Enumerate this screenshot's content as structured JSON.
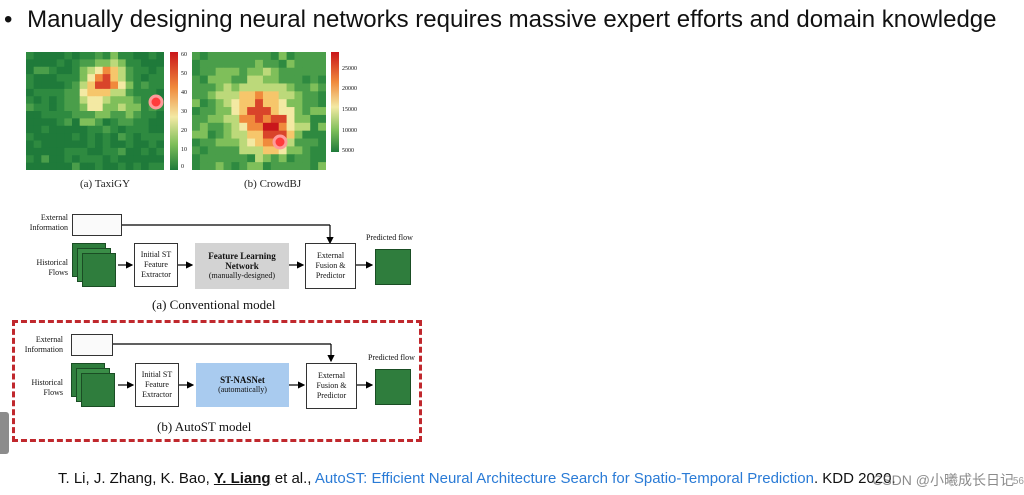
{
  "slide": {
    "bullet_symbol": "•",
    "bullet_text": "Manually designing neural networks requires massive expert efforts and domain knowledge",
    "page_number": "56",
    "watermark": "CSDN @小曦成长日记"
  },
  "heatmaps": {
    "left_caption": "(a) TaxiGY",
    "right_caption": "(b) CrowdBJ",
    "left_colorbar_ticks": [
      "60",
      "50",
      "40",
      "30",
      "20",
      "10",
      "0"
    ],
    "right_colorbar_ticks": [
      "25000",
      "20000",
      "15000",
      "10000",
      "5000"
    ],
    "colors": {
      "high": "#c9161b",
      "mid": "#f3e9a3",
      "low": "#1f7a3a"
    }
  },
  "conventional": {
    "external_info": "External\nInformation",
    "historical_flows": "Historical\nFlows",
    "initial_st": "Initial ST\nFeature\nExtractor",
    "feature_learning_title": "Feature Learning\nNetwork",
    "feature_learning_sub": "(manually-designed)",
    "fusion": "External\nFusion &\nPredictor",
    "predicted_flow": "Predicted flow",
    "caption": "(a)  Conventional model"
  },
  "autost": {
    "external_info": "External\nInformation",
    "historical_flows": "Historical\nFlows",
    "initial_st": "Initial ST\nFeature\nExtractor",
    "nas_title": "ST-NASNet",
    "nas_sub": "(automatically)",
    "fusion": "External\nFusion &\nPredictor",
    "predicted_flow": "Predicted flow",
    "caption": "(b)  AutoST model"
  },
  "citation": {
    "authors_before": "T. Li, J. Zhang, K. Bao, ",
    "highlight_author": "Y. Liang",
    "authors_after": " et al., ",
    "title": "AutoST: Efficient Neural Architecture Search for Spatio-Temporal Prediction",
    "venue": ". KDD 2020."
  }
}
